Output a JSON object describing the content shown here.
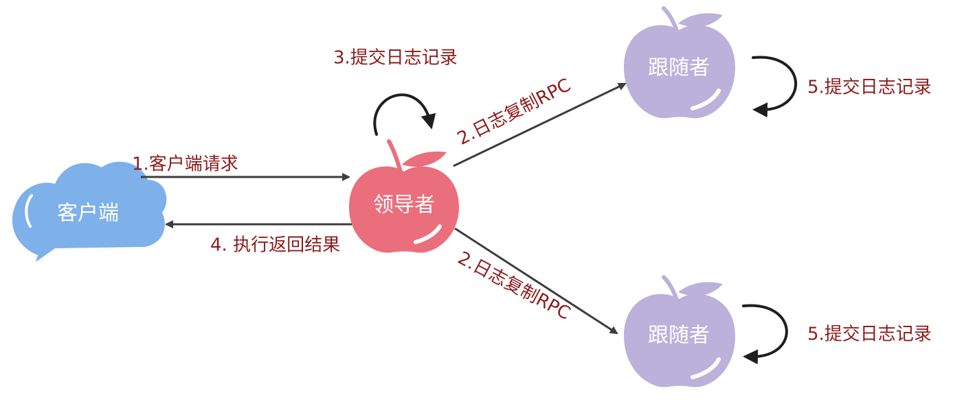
{
  "nodes": {
    "client": {
      "label": "客户端",
      "color": "#7eb1ea"
    },
    "leader": {
      "label": "领导者",
      "color": "#ea6e7c"
    },
    "follower_top": {
      "label": "跟随者",
      "color": "#bcb1da"
    },
    "follower_bottom": {
      "label": "跟随者",
      "color": "#bcb1da"
    }
  },
  "edges": {
    "client_request": "1.客户端请求",
    "return_result": "4. 执行返回结果",
    "leader_commit": "3.提交日志记录",
    "replicate_top": "2.日志复制RPC",
    "replicate_bottom": "2.日志复制RPC",
    "follower_top_commit": "5.提交日志记录",
    "follower_bottom_commit": "5.提交日志记录"
  },
  "colors": {
    "label_text": "#8e1b1b",
    "arrow": "#3d3d3d",
    "leaf_and_stem": "#ea6e7c",
    "follower_leaf_and_stem": "#bcb1da"
  }
}
